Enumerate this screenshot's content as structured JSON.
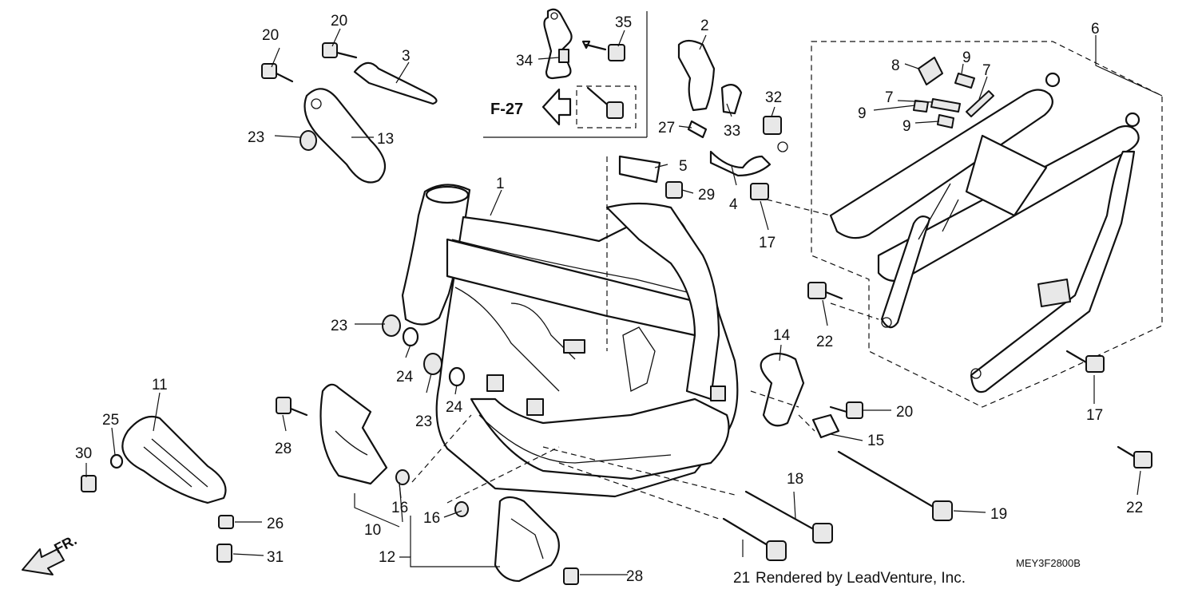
{
  "diagram": {
    "ref_code": "F-27",
    "diagram_code": "MEY3F2800B",
    "credit": "Rendered by LeadVenture, Inc.",
    "direction_label": "FR.",
    "callouts": [
      {
        "id": "c1",
        "text": "1"
      },
      {
        "id": "c2",
        "text": "2"
      },
      {
        "id": "c3",
        "text": "3"
      },
      {
        "id": "c4",
        "text": "4"
      },
      {
        "id": "c5",
        "text": "5"
      },
      {
        "id": "c6",
        "text": "6"
      },
      {
        "id": "c7a",
        "text": "7"
      },
      {
        "id": "c7b",
        "text": "7"
      },
      {
        "id": "c8",
        "text": "8"
      },
      {
        "id": "c9a",
        "text": "9"
      },
      {
        "id": "c9b",
        "text": "9"
      },
      {
        "id": "c9c",
        "text": "9"
      },
      {
        "id": "c10",
        "text": "10"
      },
      {
        "id": "c11",
        "text": "11"
      },
      {
        "id": "c12",
        "text": "12"
      },
      {
        "id": "c13",
        "text": "13"
      },
      {
        "id": "c14",
        "text": "14"
      },
      {
        "id": "c15",
        "text": "15"
      },
      {
        "id": "c16a",
        "text": "16"
      },
      {
        "id": "c16b",
        "text": "16"
      },
      {
        "id": "c17a",
        "text": "17"
      },
      {
        "id": "c17b",
        "text": "17"
      },
      {
        "id": "c18",
        "text": "18"
      },
      {
        "id": "c19",
        "text": "19"
      },
      {
        "id": "c20a",
        "text": "20"
      },
      {
        "id": "c20b",
        "text": "20"
      },
      {
        "id": "c20c",
        "text": "20"
      },
      {
        "id": "c21",
        "text": "21"
      },
      {
        "id": "c22a",
        "text": "22"
      },
      {
        "id": "c22b",
        "text": "22"
      },
      {
        "id": "c23a",
        "text": "23"
      },
      {
        "id": "c23b",
        "text": "23"
      },
      {
        "id": "c23c",
        "text": "23"
      },
      {
        "id": "c24a",
        "text": "24"
      },
      {
        "id": "c24b",
        "text": "24"
      },
      {
        "id": "c25",
        "text": "25"
      },
      {
        "id": "c26",
        "text": "26"
      },
      {
        "id": "c27",
        "text": "27"
      },
      {
        "id": "c28a",
        "text": "28"
      },
      {
        "id": "c28b",
        "text": "28"
      },
      {
        "id": "c29",
        "text": "29"
      },
      {
        "id": "c30",
        "text": "30"
      },
      {
        "id": "c31",
        "text": "31"
      },
      {
        "id": "c32",
        "text": "32"
      },
      {
        "id": "c33",
        "text": "33"
      },
      {
        "id": "c34",
        "text": "34"
      },
      {
        "id": "c35",
        "text": "35"
      }
    ]
  }
}
